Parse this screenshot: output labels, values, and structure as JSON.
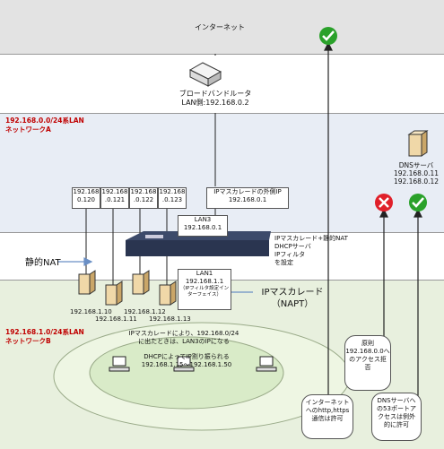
{
  "zones": {
    "internet": "インターネット",
    "lan_a": {
      "line1": "192.168.0.0/24系LAN",
      "line2": "ネットワークA"
    },
    "lan_b": {
      "line1": "192.168.1.0/24系LAN",
      "line2": "ネットワークB"
    }
  },
  "modem": {
    "line1": "ブロードバンドルータ",
    "line2": "LAN側:192.168.0.2"
  },
  "dns": {
    "title": "DNSサーバ",
    "ip1": "192.168.0.11",
    "ip2": "192.168.0.12"
  },
  "static_ips": [
    {
      "line1": "192.168",
      "line2": "0.120"
    },
    {
      "line1": "192.168",
      "line2": ".0.121"
    },
    {
      "line1": "192.168",
      "line2": ".0.122"
    },
    {
      "line1": "192.168",
      "line2": ".0.123"
    }
  ],
  "outer_ip": {
    "line1": "IPマスカレードの外側IP",
    "line2": "192.168.0.1"
  },
  "lan3": {
    "line1": "LAN3",
    "line2": "192.168.0.1"
  },
  "lan1": {
    "line1": "LAN1",
    "line2": "192.168.1.1",
    "line3": "（IPフィルタ設定インターフェイス）"
  },
  "router_features": [
    "IPマスカレード+静的NAT",
    "DHCPサーバ",
    "IPフィルタ",
    "を設定"
  ],
  "static_nat": "静的NAT",
  "masq": {
    "line1": "IPマスカレード",
    "line2": "（NAPT）"
  },
  "server_ips": [
    "192.168.1.10",
    "192.168.1.11",
    "192.168.1.12",
    "192.168.1.13"
  ],
  "masq_note": [
    "IPマスカレードにより、192.168.0/24",
    "に出たときは、LAN3のIPになる"
  ],
  "dhcp_note": [
    "DHCPによってIP割り振られる",
    "192.168.1.15〜192.168.1.50"
  ],
  "callouts": {
    "deny": [
      "原則",
      "192.168.0.0へ",
      "のアクセス拒",
      "否"
    ],
    "http": [
      "インターネット",
      "へのhttp,https",
      "通信は許可"
    ],
    "dns": [
      "DNSサーバへ",
      "の53ポートア",
      "クセスは例外",
      "的に許可"
    ]
  },
  "colors": {
    "internet_bg": "#e3e3e3",
    "lan_a_bg": "#e8edf5",
    "lan_b_bg": "#e8f0de",
    "zone_label": "#c00000",
    "ok": "#2aa12a",
    "deny": "#e0202a"
  }
}
